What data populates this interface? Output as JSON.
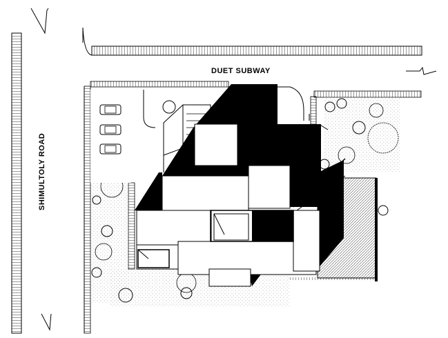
{
  "site_plan": {
    "labels": {
      "top_road": "DUET SUBWAY",
      "left_road": "SHIMULTOLY ROAD"
    },
    "parked_cars": 3,
    "colors": {
      "ink": "#000000",
      "paper": "#ffffff",
      "hatch": "#555555"
    }
  }
}
